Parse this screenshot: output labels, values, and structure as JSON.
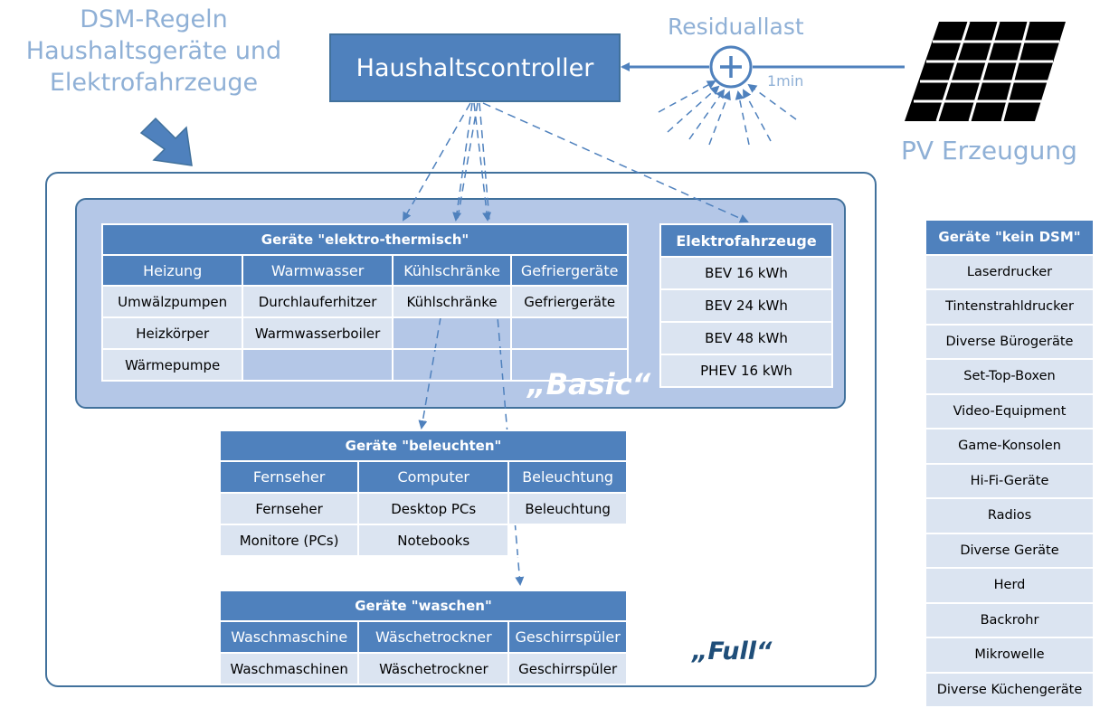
{
  "title": {
    "line1": "DSM-Regeln",
    "line2": "Haushaltsgeräte und",
    "line3": "Elektrofahrzeuge"
  },
  "controller": {
    "label": "Haushaltscontroller"
  },
  "residual": {
    "label": "Residuallast",
    "interval": "1min",
    "symbol": "+"
  },
  "pv": {
    "label": "PV Erzeugung"
  },
  "tags": {
    "basic": "„Basic“",
    "full": "„Full“"
  },
  "thermal": {
    "header": "Geräte \"elektro-thermisch\"",
    "categories": [
      "Heizung",
      "Warmwasser",
      "Kühlschränke",
      "Gefriergeräte"
    ],
    "rows": [
      [
        "Umwälzpumpen",
        "Durchlauferhitzer",
        "Kühlschränke",
        "Gefriergeräte"
      ],
      [
        "Heizkörper",
        "Warmwasserboiler",
        "",
        ""
      ],
      [
        "Wärmepumpe",
        "",
        "",
        ""
      ]
    ]
  },
  "ev": {
    "header": "Elektrofahrzeuge",
    "items": [
      "BEV 16 kWh",
      "BEV 24 kWh",
      "BEV 48 kWh",
      "PHEV 16 kWh"
    ]
  },
  "light": {
    "header": "Geräte \"beleuchten\"",
    "categories": [
      "Fernseher",
      "Computer",
      "Beleuchtung"
    ],
    "rows": [
      [
        "Fernseher",
        "Desktop PCs",
        "Beleuchtung"
      ],
      [
        "Monitore (PCs)",
        "Notebooks",
        ""
      ]
    ]
  },
  "wash": {
    "header": "Geräte \"waschen\"",
    "categories": [
      "Waschmaschine",
      "Wäschetrockner",
      "Geschirrspüler"
    ],
    "rows": [
      [
        "Waschmaschinen",
        "Wäschetrockner",
        "Geschirrspüler"
      ]
    ]
  },
  "nodsm": {
    "header": "Geräte \"kein DSM\"",
    "items": [
      "Laserdrucker",
      "Tintenstrahldrucker",
      "Diverse Bürogeräte",
      "Set-Top-Boxen",
      "Video-Equipment",
      "Game-Konsolen",
      "Hi-Fi-Geräte",
      "Radios",
      "Diverse Geräte",
      "Herd",
      "Backrohr",
      "Mikrowelle",
      "Diverse Küchengeräte"
    ]
  },
  "colors": {
    "accent": "#4f81bd",
    "light_cell": "#dbe4f1",
    "basic_fill": "#b4c7e7",
    "border": "#41719c",
    "title_text": "#8fb0d6"
  }
}
